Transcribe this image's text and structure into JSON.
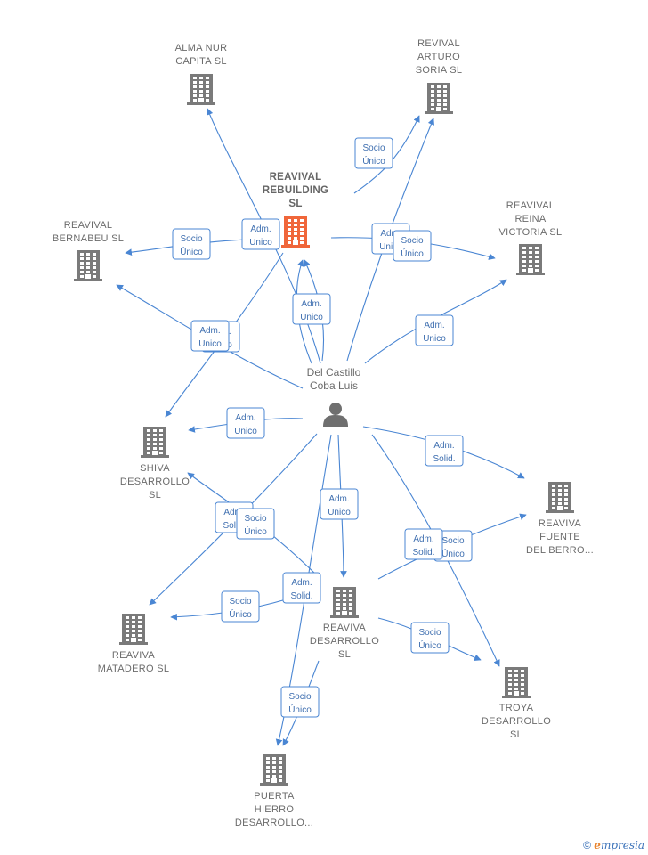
{
  "colors": {
    "edge": "#4a86d3",
    "building": "#7a7a7a",
    "building_main": "#f0663a",
    "person": "#6f6f6f"
  },
  "person": {
    "label": [
      "Del Castillo",
      "Coba Luis"
    ]
  },
  "companies": [
    {
      "id": "alma",
      "lines": [
        "ALMA NUR",
        "CAPITA  SL"
      ],
      "main": false
    },
    {
      "id": "arturo",
      "lines": [
        "REVIVAL",
        "ARTURO",
        "SORIA  SL"
      ],
      "main": false
    },
    {
      "id": "rebuilding",
      "lines": [
        "REAVIVAL",
        "REBUILDING",
        "SL"
      ],
      "main": true
    },
    {
      "id": "bernabeu",
      "lines": [
        "REAVIVAL",
        "BERNABEU  SL"
      ],
      "main": false
    },
    {
      "id": "victoria",
      "lines": [
        "REAVIVAL",
        "REINA",
        "VICTORIA  SL"
      ],
      "main": false
    },
    {
      "id": "shiva",
      "lines": [
        "SHIVA",
        "DESARROLLO",
        "SL"
      ],
      "main": false
    },
    {
      "id": "fuente",
      "lines": [
        "REAVIVA",
        "FUENTE",
        "DEL BERRO..."
      ],
      "main": false
    },
    {
      "id": "matadero",
      "lines": [
        "REAVIVA",
        "MATADERO  SL"
      ],
      "main": false
    },
    {
      "id": "desarrollo",
      "lines": [
        "REAVIVA",
        "DESARROLLO",
        "SL"
      ],
      "main": false
    },
    {
      "id": "troya",
      "lines": [
        "TROYA",
        "DESARROLLO",
        "SL"
      ],
      "main": false
    },
    {
      "id": "puerta",
      "lines": [
        "PUERTA",
        "HIERRO",
        "DESARROLLO..."
      ],
      "main": false
    }
  ],
  "badges": [
    [
      "Socio",
      "Único"
    ],
    [
      "Adm.",
      "Unico"
    ],
    [
      "Socio",
      "Único"
    ],
    [
      "Adm.",
      "Unico"
    ],
    [
      "Socio",
      "Único"
    ],
    [
      "Adm.",
      "Unico"
    ],
    [
      "Adm.",
      "Unico"
    ],
    [
      "Adm.",
      "Unico"
    ],
    [
      "Adm.",
      "Unico"
    ],
    [
      "Adm.",
      "Unico"
    ],
    [
      "Adm.",
      "Solid."
    ],
    [
      "Adm.",
      "Solid."
    ],
    [
      "Socio",
      "Único"
    ],
    [
      "Adm.",
      "Unico"
    ],
    [
      "Socio",
      "Único"
    ],
    [
      "Adm.",
      "Solid."
    ],
    [
      "Socio",
      "Único"
    ],
    [
      "Adm.",
      "Solid."
    ],
    [
      "Socio",
      "Único"
    ],
    [
      "Socio",
      "Único"
    ]
  ],
  "footer": {
    "copyright": "©",
    "brand_initial": "e",
    "brand_rest": "mpresia"
  }
}
